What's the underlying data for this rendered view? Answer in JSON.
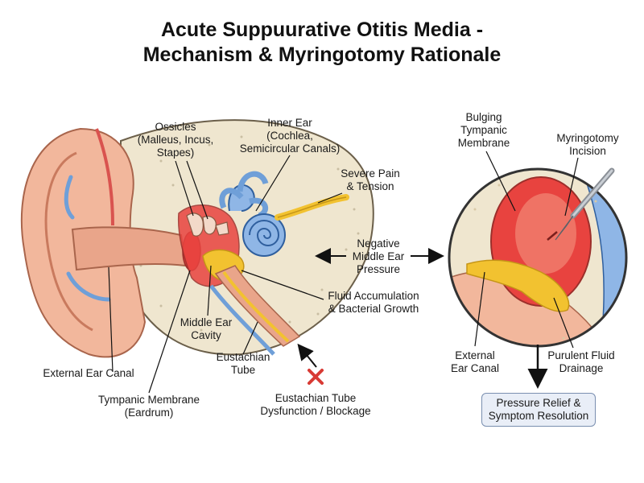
{
  "title": {
    "line1": "Acute Suppuurative Otitis Media -",
    "line2": "Mechanism & Myringotomy Rationale"
  },
  "labels": {
    "ossicles": [
      "Ossicles",
      "(Malleus, Incus,",
      "Stapes)"
    ],
    "inner_ear": [
      "Inner Ear",
      "(Cochlea,",
      "Semicircular Canals)"
    ],
    "severe_pain": [
      "Severe Pain",
      "& Tension"
    ],
    "negative_pressure": [
      "Negative",
      "Middle Ear",
      "Pressure"
    ],
    "fluid_accumulation": [
      "Fluid Accumulation",
      "& Bacterial Growth"
    ],
    "middle_ear_cavity": [
      "Middle Ear",
      "Cavity"
    ],
    "eustachian_tube": [
      "Eustachian",
      "Tube"
    ],
    "external_canal_left": [
      "External Ear Canal"
    ],
    "tympanic_membrane": [
      "Tympanic Membrane",
      "(Eardrum)"
    ],
    "et_dysfunction": [
      "Eustachian Tube",
      "Dysfunction / Blockage"
    ],
    "bulging_tm": [
      "Bulging",
      "Tympanic",
      "Membrane"
    ],
    "myringotomy": [
      "Myringotomy",
      "Incision"
    ],
    "external_canal_right": [
      "External",
      "Ear Canal"
    ],
    "purulent_drainage": [
      "Purulent Fluid",
      "Drainage"
    ],
    "result": [
      "Pressure Relief &",
      "Symptom Resolution"
    ]
  },
  "colors": {
    "skin": "#f2b79c",
    "skin_dark": "#d98a6e",
    "bone": "#efe6cf",
    "blue_structure": "#6f9fd8",
    "inflamed": "#e8433f",
    "pus": "#f2c230",
    "blockage_x": "#d83a34"
  }
}
